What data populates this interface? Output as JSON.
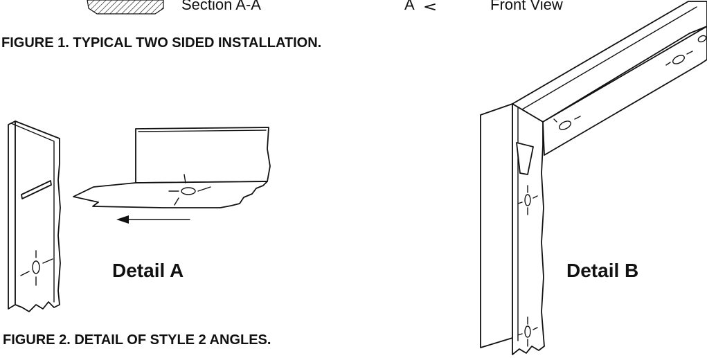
{
  "top_strip": {
    "section_label": "Section A-A",
    "marker_label": "A",
    "view_label": "Front View"
  },
  "figure1": {
    "caption": "FIGURE 1.  TYPICAL TWO SIDED INSTALLATION."
  },
  "figure2": {
    "caption": "FIGURE 2.  DETAIL OF STYLE 2 ANGLES."
  },
  "detail_a": {
    "label": "Detail A"
  },
  "detail_b": {
    "label": "Detail B"
  }
}
